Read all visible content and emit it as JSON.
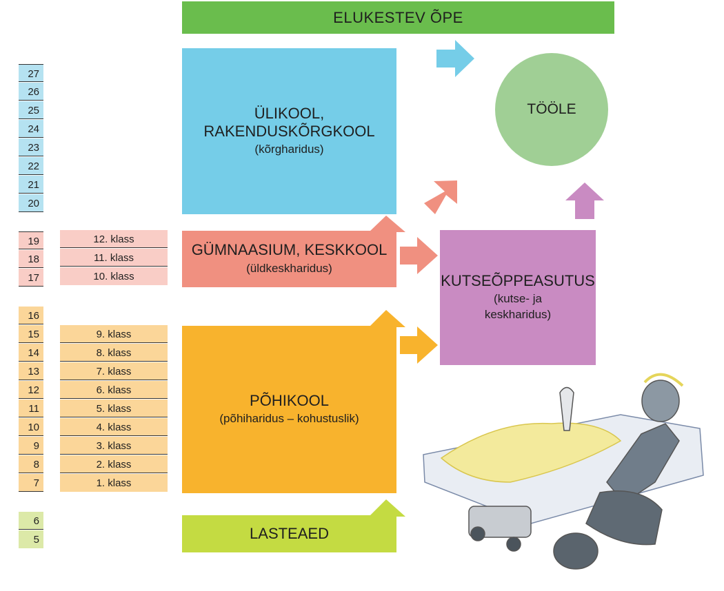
{
  "banner": "ELUKESTEV ÕPE",
  "circle": "TÖÖLE",
  "boxes": {
    "university": {
      "line1": "ÜLIKOOL,",
      "line2": "RAKENDUSKÕRGKOOL",
      "sub": "(kõrgharidus)"
    },
    "gymnasium": {
      "title": "GÜMNAASIUM, KESKKOOL",
      "sub": "(üldkeskharidus)"
    },
    "basic": {
      "title": "PÕHIKOOL",
      "sub": "(põhiharidus – kohustuslik)"
    },
    "kindergarten": {
      "title": "LASTEAED"
    },
    "vocational": {
      "title": "KUTSEÕPPEASUTUS",
      "sub1": "(kutse- ja",
      "sub2": "keskharidus)"
    }
  },
  "ages": {
    "university": [
      "27",
      "26",
      "25",
      "24",
      "23",
      "22",
      "21",
      "20"
    ],
    "gymnasium": [
      "19",
      "18",
      "17"
    ],
    "basic": [
      "16",
      "15",
      "14",
      "13",
      "12",
      "11",
      "10",
      "9",
      "8",
      "7"
    ],
    "kindergarten": [
      "6",
      "5"
    ]
  },
  "grades": {
    "gymnasium": [
      "12. klass",
      "11. klass",
      "10. klass"
    ],
    "basic": [
      "9. klass",
      "8. klass",
      "7. klass",
      "6. klass",
      "5. klass",
      "4. klass",
      "3. klass",
      "2. klass",
      "1. klass"
    ]
  },
  "colors": {
    "green": "#6abd4d",
    "blue": "#75cde8",
    "salmon": "#f09080",
    "orange": "#f8b32d",
    "lime": "#c4db42",
    "purple": "#c98bc2",
    "circle": "#a0cf95",
    "blue_light": "#b5e2f1",
    "salmon_light": "#f9cdc6",
    "orange_light": "#fbd699",
    "lime_light": "#dce9a8"
  },
  "illustration": "child-in-sandbox-illustration"
}
